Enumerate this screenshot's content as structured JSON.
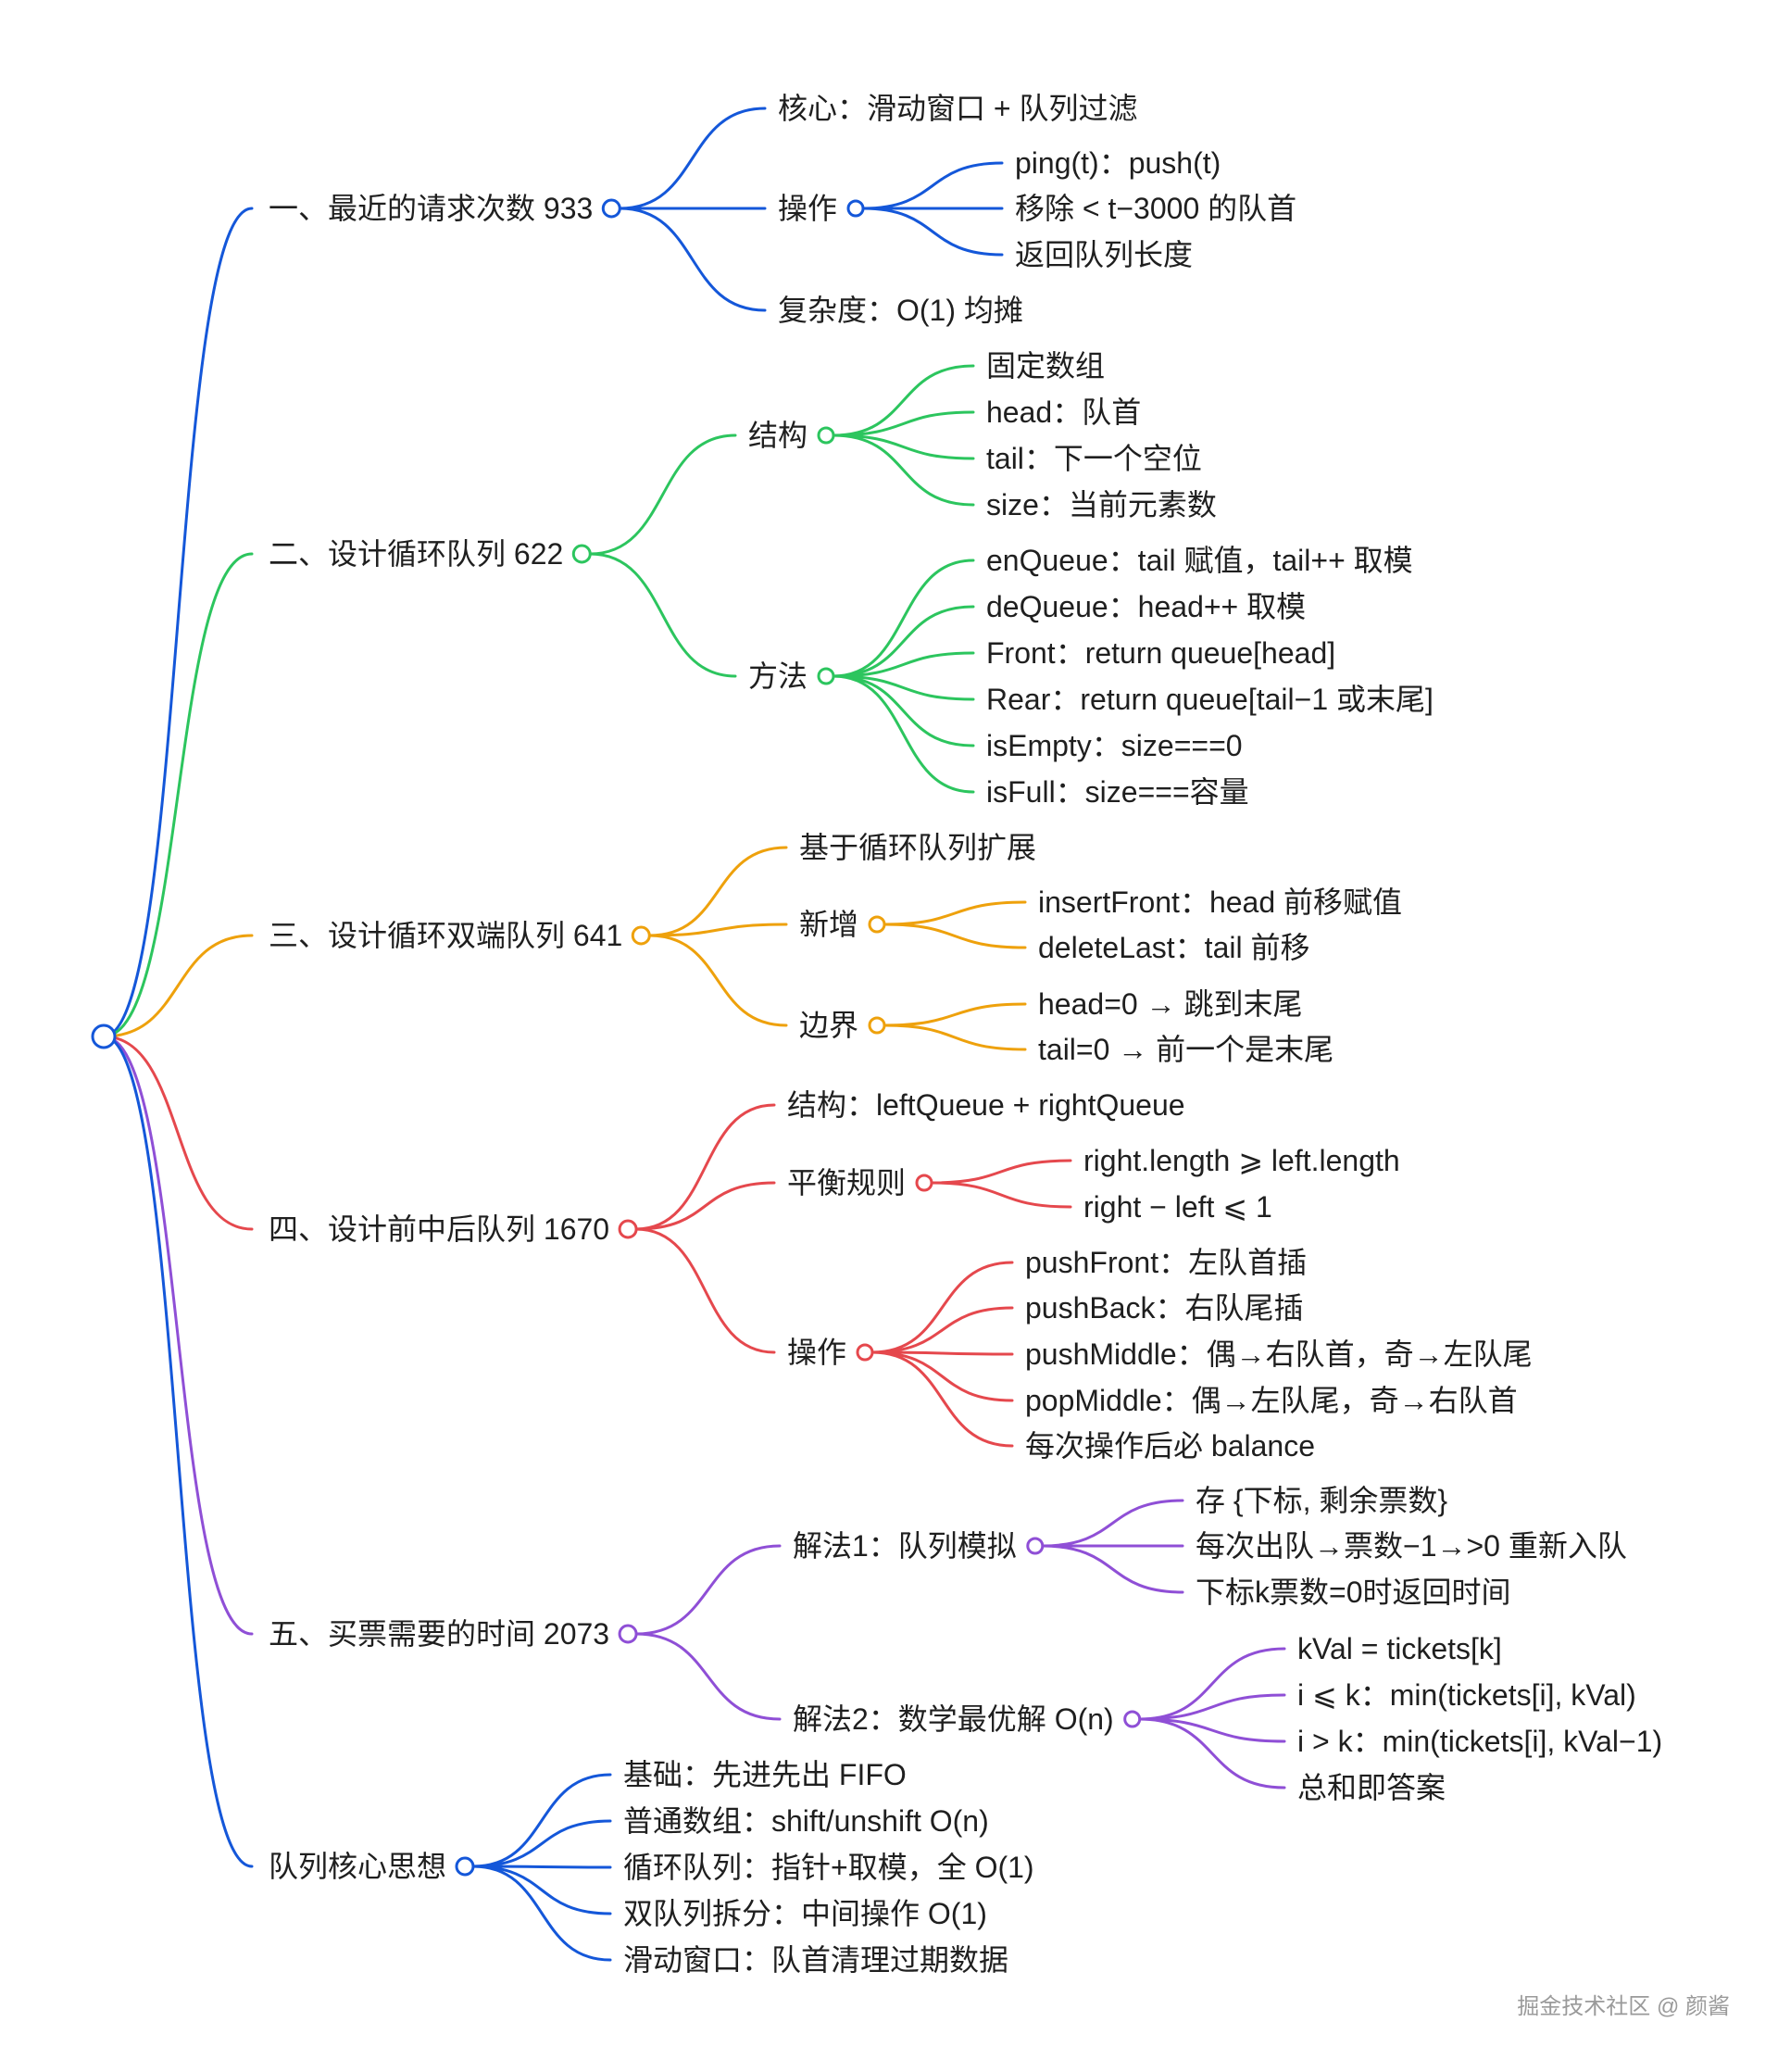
{
  "colors": {
    "blue": "#1457d9",
    "green": "#2cc55e",
    "orange": "#eea10c",
    "red": "#e5484d",
    "purple": "#8f4fd6",
    "text": "#1f1f1f"
  },
  "root": {
    "label": ""
  },
  "branches": [
    {
      "label": "一、最近的请求次数 933",
      "color": "blue",
      "children": [
        {
          "label": "核心：滑动窗口 + 队列过滤"
        },
        {
          "label": "操作",
          "children": [
            {
              "label": "ping(t)：push(t)"
            },
            {
              "label": "移除 < t−3000 的队首"
            },
            {
              "label": "返回队列长度"
            }
          ]
        },
        {
          "label": "复杂度：O(1) 均摊"
        }
      ]
    },
    {
      "label": "二、设计循环队列 622",
      "color": "green",
      "children": [
        {
          "label": "结构",
          "children": [
            {
              "label": "固定数组"
            },
            {
              "label": "head：队首"
            },
            {
              "label": "tail：下一个空位"
            },
            {
              "label": "size：当前元素数"
            }
          ]
        },
        {
          "label": "方法",
          "children": [
            {
              "label": "enQueue：tail 赋值，tail++ 取模"
            },
            {
              "label": "deQueue：head++ 取模"
            },
            {
              "label": "Front：return queue[head]"
            },
            {
              "label": "Rear：return queue[tail−1 或末尾]"
            },
            {
              "label": "isEmpty：size===0"
            },
            {
              "label": "isFull：size===容量"
            }
          ]
        }
      ]
    },
    {
      "label": "三、设计循环双端队列 641",
      "color": "orange",
      "children": [
        {
          "label": "基于循环队列扩展"
        },
        {
          "label": "新增",
          "children": [
            {
              "label": "insertFront：head 前移赋值"
            },
            {
              "label": "deleteLast：tail 前移"
            }
          ]
        },
        {
          "label": "边界",
          "children": [
            {
              "label": "head=0 → 跳到末尾"
            },
            {
              "label": "tail=0 → 前一个是末尾"
            }
          ]
        }
      ]
    },
    {
      "label": "四、设计前中后队列 1670",
      "color": "red",
      "children": [
        {
          "label": "结构：leftQueue + rightQueue"
        },
        {
          "label": "平衡规则",
          "children": [
            {
              "label": "right.length ⩾ left.length"
            },
            {
              "label": "right − left ⩽ 1"
            }
          ]
        },
        {
          "label": "操作",
          "children": [
            {
              "label": "pushFront：左队首插"
            },
            {
              "label": "pushBack：右队尾插"
            },
            {
              "label": "pushMiddle：偶→右队首，奇→左队尾"
            },
            {
              "label": "popMiddle：偶→左队尾，奇→右队首"
            },
            {
              "label": "每次操作后必 balance"
            }
          ]
        }
      ]
    },
    {
      "label": "五、买票需要的时间 2073",
      "color": "purple",
      "children": [
        {
          "label": "解法1：队列模拟",
          "children": [
            {
              "label": "存 {下标, 剩余票数}"
            },
            {
              "label": "每次出队→票数−1→>0 重新入队"
            },
            {
              "label": "下标k票数=0时返回时间"
            }
          ]
        },
        {
          "label": "解法2：数学最优解 O(n)",
          "children": [
            {
              "label": "kVal = tickets[k]"
            },
            {
              "label": "i ⩽ k：min(tickets[i], kVal)"
            },
            {
              "label": "i > k：min(tickets[i], kVal−1)"
            },
            {
              "label": "总和即答案"
            }
          ]
        }
      ]
    },
    {
      "label": "队列核心思想",
      "color": "blue",
      "children": [
        {
          "label": "基础：先进先出 FIFO"
        },
        {
          "label": "普通数组：shift/unshift O(n)"
        },
        {
          "label": "循环队列：指针+取模，全 O(1)"
        },
        {
          "label": "双队列拆分：中间操作 O(1)"
        },
        {
          "label": "滑动窗口：队首清理过期数据"
        }
      ]
    }
  ],
  "watermark": "掘金技术社区 @ 颜酱"
}
